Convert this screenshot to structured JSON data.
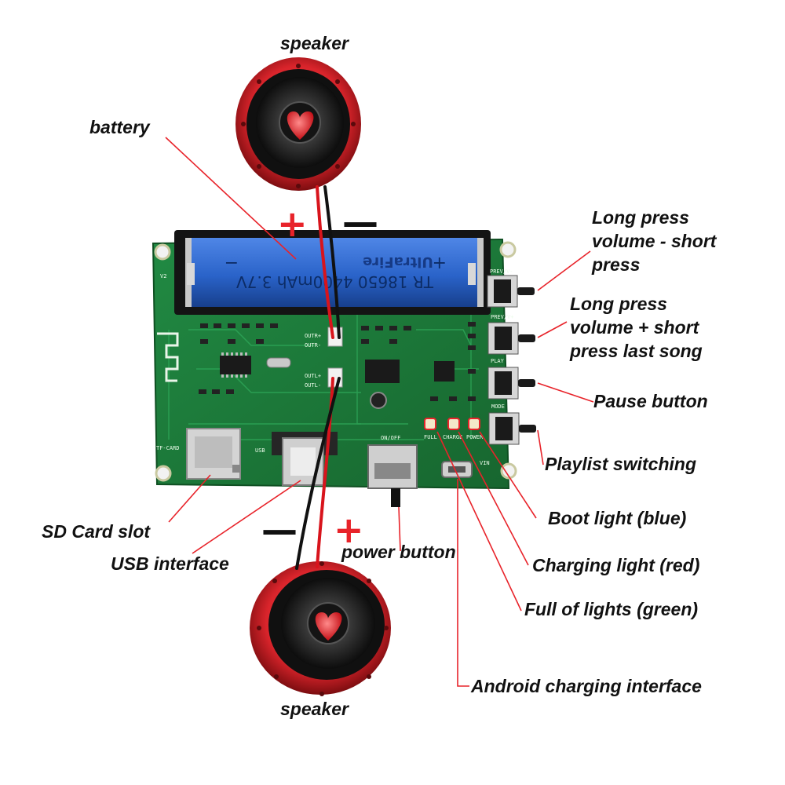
{
  "labels": {
    "speaker_top": "speaker",
    "speaker_bottom": "speaker",
    "battery": "battery",
    "prev_line1": "Long press",
    "prev_line2": "volume - short",
    "prev_line3": "press",
    "next_line1": "Long press",
    "next_line2": "volume + short",
    "next_line3": "press last song",
    "pause": "Pause button",
    "playlist": "Playlist switching",
    "boot_light": "Boot light (blue)",
    "charging_light": "Charging light (red)",
    "full_light": "Full of lights (green)",
    "android": "Android charging interface",
    "sd_card": "SD Card slot",
    "usb": "USB interface",
    "power": "power button"
  },
  "signs": {
    "top_plus": "+",
    "top_minus": "—",
    "bottom_minus": "—",
    "bottom_plus": "+"
  },
  "board_text": {
    "battery_text": "TR 18650 4400mAh 3.7V",
    "battery_brand": "UltraFire",
    "battery_plus": "+",
    "battery_minus": "−",
    "prev": "PREV/V-",
    "next": "PREV/V+",
    "play": "PLAY",
    "mode": "MODE",
    "tf_card": "TF-CARD",
    "usb": "USB",
    "on_off": "ON/OFF",
    "vin": "VIN",
    "full": "FULL",
    "charge": "CHARGE",
    "power": "POWER",
    "outl_plus": "OUTL+",
    "outl_minus": "OUTL-",
    "outr_plus": "OUTR+",
    "outr_minus": "OUTR-",
    "version": "V2"
  },
  "colors": {
    "pcb": "#1c7a3a",
    "battery": "#2a63c9",
    "speaker_red": "#d9242b",
    "leader": "#e8232a",
    "wire_red": "#d8141c"
  }
}
